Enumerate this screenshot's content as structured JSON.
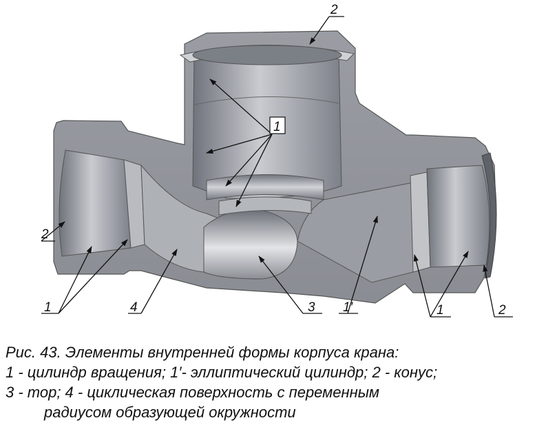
{
  "figure": {
    "labels": {
      "top_cone": "2",
      "center_cylinder": "1",
      "left_cone": "2",
      "left_cylinders": "1",
      "cyclic_surface": "4",
      "torus": "3",
      "elliptic_cylinder": "1′",
      "right_cylinders": "1",
      "right_cone": "2"
    }
  },
  "caption": {
    "line1": "Рис. 43. Элементы внутренней формы корпуса крана:",
    "line2": "1 - цилиндр вращения; 1′- эллиптический цилиндр; 2 - конус;",
    "line3": "3 - тор; 4 - циклическая поверхность с переменным",
    "line4": "радиусом образующей окружности"
  }
}
